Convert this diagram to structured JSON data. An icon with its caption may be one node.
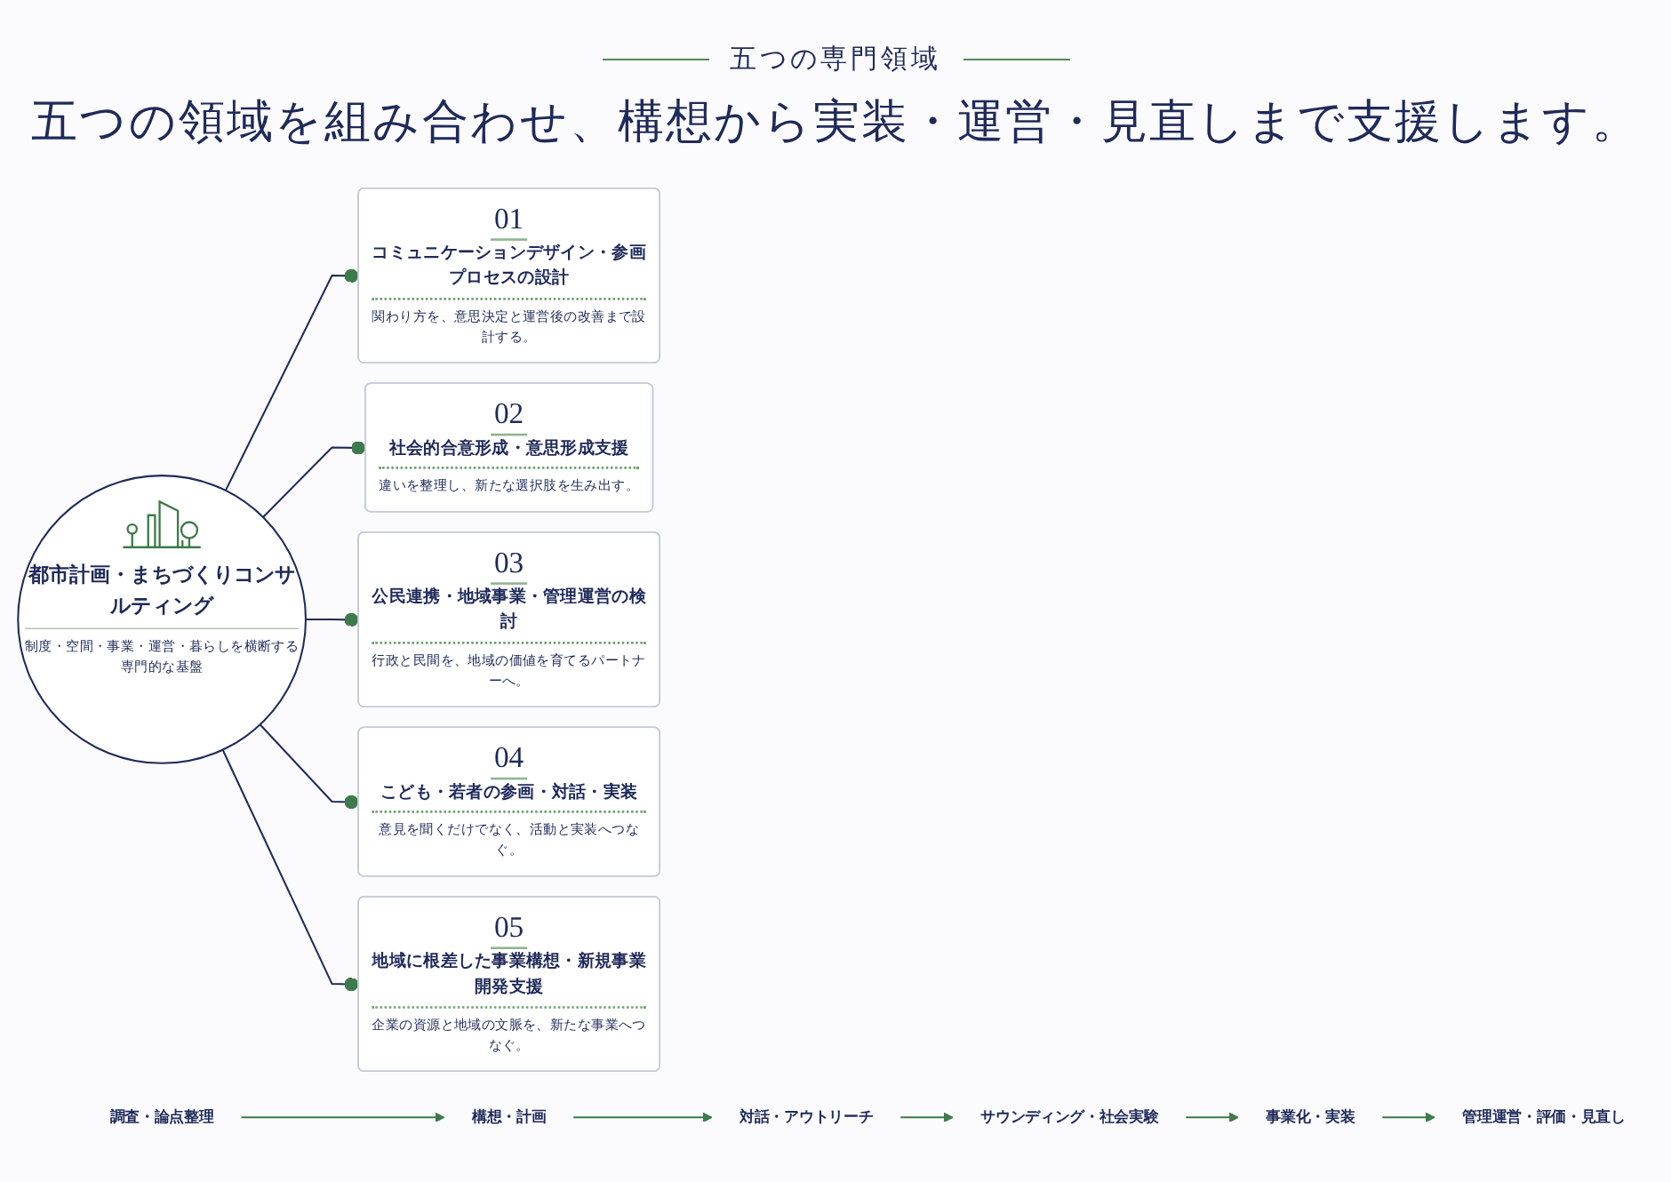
{
  "diagram": {
    "title": "五つの領域を組み合わせ、構想から実装・運営・見直しまで支援します。",
    "nodes": [
      {
        "text": [
          "都市計画・まちづくりコンサルティング",
          "制度・空間・事業・運営・暮らしを横断する専門的な基盤"
        ]
      },
      {
        "text": [
          "01",
          "コミュニケーションデザイン・参画プロセスの設計",
          "関わり方を、意思決定と運営後の改善まで設計する。"
        ]
      },
      {
        "text": [
          "02",
          "社会的合意形成・意思形成支援",
          "違いを整理し、新たな選択肢を生み出す。"
        ]
      },
      {
        "text": [
          "03",
          "公民連携・地域事業・管理運営の検討",
          "行政と民間を、地域の価値を育てるパートナーへ。"
        ]
      },
      {
        "text": [
          "04",
          "こども・若者の参画・対話・実装",
          "意見を聞くだけでなく、活動と実装へつなぐ。"
        ]
      },
      {
        "text": [
          "05",
          "地域に根差した事業構想・新規事業開発支援",
          "企業の資源と地域の文脈を、新たな事業へつなぐ。"
        ]
      },
      {
        "text": [
          "調査・論点整理"
        ]
      },
      {
        "text": [
          "構想・計画"
        ]
      },
      {
        "text": [
          "対話・アウトリーチ"
        ]
      },
      {
        "text": [
          "サウンディング・社会実験"
        ]
      },
      {
        "text": [
          "事業化・実装"
        ]
      },
      {
        "text": [
          "管理運営・評価・見直し"
        ]
      }
    ],
    "edges": [
      {
        "from": 0,
        "to": 1,
        "arrow": "other"
      },
      {
        "from": 0,
        "to": 2,
        "arrow": "other"
      },
      {
        "from": 0,
        "to": 3,
        "arrow": "other"
      },
      {
        "from": 0,
        "to": 4,
        "arrow": "other"
      },
      {
        "from": 0,
        "to": 5,
        "arrow": "other"
      },
      {
        "from": 6,
        "to": 7,
        "arrow": "to",
        "color": "#3e7a4a"
      },
      {
        "from": 7,
        "to": 8,
        "arrow": "to",
        "color": "#3e7a4a"
      },
      {
        "from": 8,
        "to": 9,
        "arrow": "to",
        "color": "#3e7a4a"
      },
      {
        "from": 9,
        "to": 10,
        "arrow": "to",
        "color": "#3e7a4a"
      },
      {
        "from": 10,
        "to": 11,
        "arrow": "to",
        "color": "#3e7a4a"
      }
    ],
    "labels": [
      "五つの専門領域"
    ]
  }
}
